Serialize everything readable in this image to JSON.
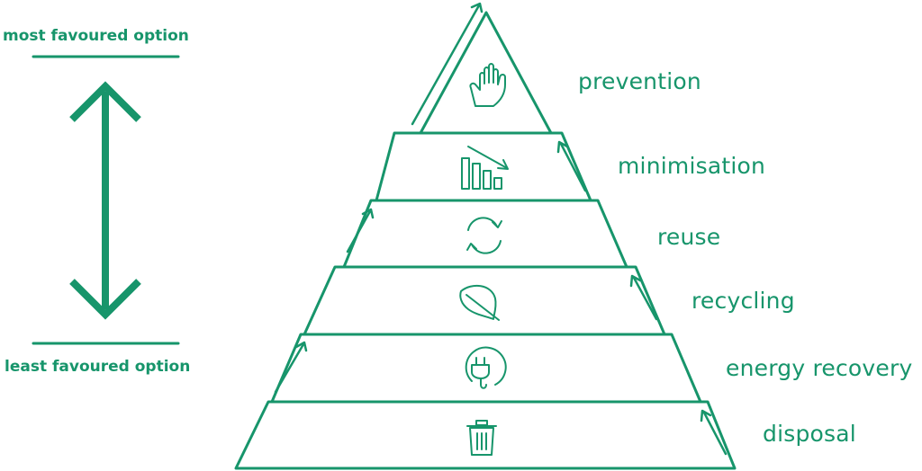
{
  "accent_color": "#17956b",
  "scale": {
    "top_label": "most favoured option",
    "bottom_label": "least favoured option",
    "arrow_icon": "double-headed-vertical-arrow-icon"
  },
  "tiers": [
    {
      "label": "prevention",
      "icon": "raised-hand-icon"
    },
    {
      "label": "minimisation",
      "icon": "declining-bar-chart-icon"
    },
    {
      "label": "reuse",
      "icon": "circular-arrows-icon"
    },
    {
      "label": "recycling",
      "icon": "leaf-icon"
    },
    {
      "label": "energy recovery",
      "icon": "power-plug-icon"
    },
    {
      "label": "disposal",
      "icon": "trash-bin-icon"
    }
  ]
}
